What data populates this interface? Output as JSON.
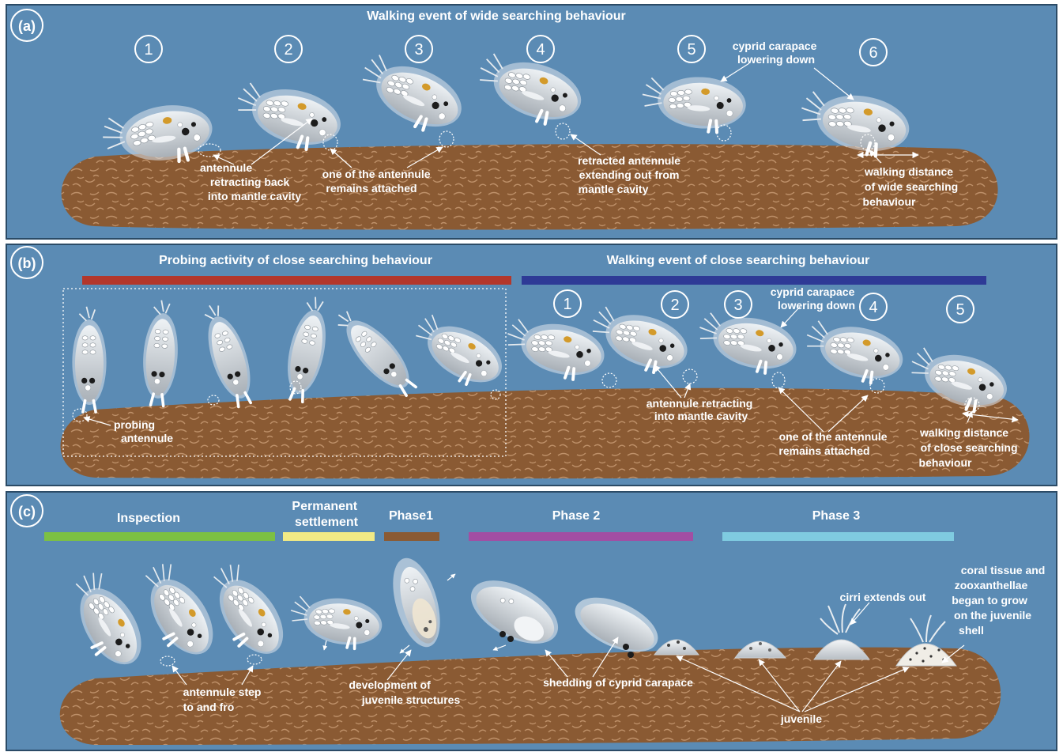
{
  "colors": {
    "panel_bg": "#5b8bb4",
    "panel_border": "#2b4b66",
    "substrate": "#8a5a33",
    "substrate_texture": "#c79a72",
    "cyprid_body": "#c9ced3",
    "cyprid_shell": "#dfe5ea",
    "eye_spot": "#d39a2a",
    "bar_probing": "#b3372b",
    "bar_walking": "#2e3a96",
    "bar_inspection": "#7cc043",
    "bar_permanent": "#f2ea85",
    "bar_phase1": "#8a5a33",
    "bar_phase2": "#a24ea3",
    "bar_phase3": "#7fcbe0"
  },
  "panel_a": {
    "tag": "(a)",
    "title": "Walking event of wide searching behaviour",
    "steps": [
      "1",
      "2",
      "3",
      "4",
      "5",
      "6"
    ],
    "labels": {
      "antennule_retracting": [
        "antennule",
        "retracting back",
        "into mantle cavity"
      ],
      "antennule_attached": [
        "one of the antennule",
        "remains attached"
      ],
      "retracted_extending": [
        "retracted antennule",
        "extending out from",
        "mantle cavity"
      ],
      "carapace_lowering": [
        "cyprid carapace",
        "lowering down"
      ],
      "walking_distance": [
        "walking distance",
        "of wide searching",
        "behaviour"
      ]
    }
  },
  "panel_b": {
    "tag": "(b)",
    "probing_title": "Probing  activity of close searching behaviour",
    "walking_title": "Walking event of close searching behaviour",
    "steps": [
      "1",
      "2",
      "3",
      "4",
      "5"
    ],
    "labels": {
      "probing_antennule": [
        "probing",
        "antennule"
      ],
      "carapace_lowering": [
        "cyprid carapace",
        "lowering down"
      ],
      "antennule_retracting": [
        "antennule retracting",
        "into mantle cavity"
      ],
      "antennule_attached": [
        "one of the antennule",
        "remains attached"
      ],
      "walking_distance": [
        "walking distance",
        "of close searching",
        "behaviour"
      ]
    }
  },
  "panel_c": {
    "tag": "(c)",
    "phases": {
      "inspection": [
        "Inspection"
      ],
      "permanent": [
        "Permanent",
        "settlement"
      ],
      "phase1": [
        "Phase1"
      ],
      "phase2": [
        "Phase 2"
      ],
      "phase3": [
        "Phase 3"
      ]
    },
    "labels": {
      "antennule_step": [
        "antennule step",
        "to and fro"
      ],
      "development": [
        "development of",
        "juvenile structures"
      ],
      "shedding": [
        "shedding of cyprid carapace"
      ],
      "cirri": [
        "cirri extends out"
      ],
      "coral_tissue": [
        "coral tissue and",
        "zooxanthellae",
        "began to grow",
        "on the juvenile",
        "shell"
      ],
      "juvenile": [
        "juvenile"
      ]
    }
  }
}
